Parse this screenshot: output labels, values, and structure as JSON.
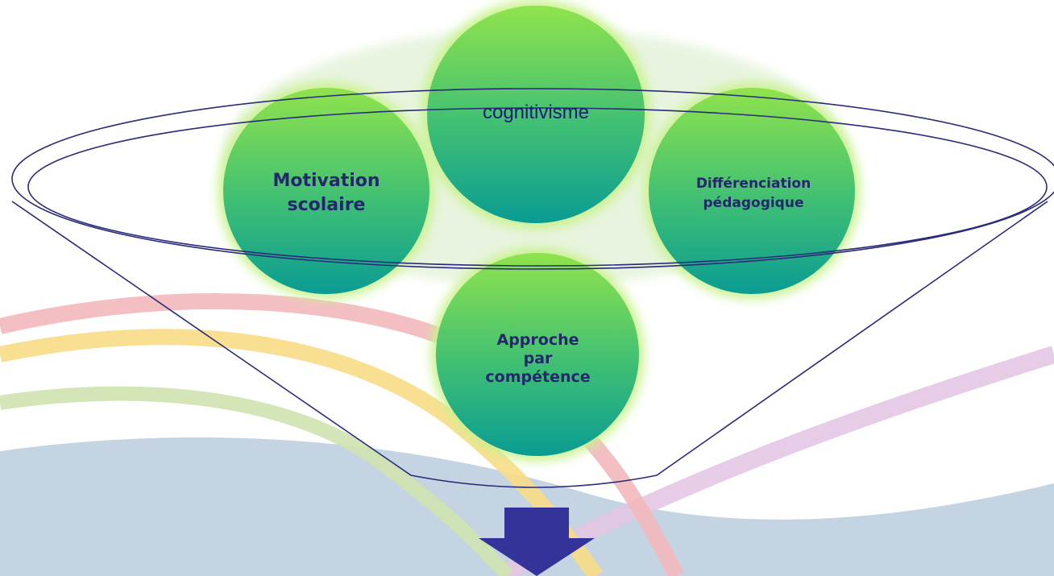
{
  "colors": {
    "circle_top": "#90e34c",
    "circle_bottom": "#0a9c93",
    "circle_glow": "#c8f28c",
    "funnel_stroke": "#2a2a7a",
    "arrow_fill": "#333399",
    "wave_red": "#f2b8bd",
    "wave_yellow": "#f8dc86",
    "wave_green": "#cfe3b0",
    "wave_purple": "#e3c7e3",
    "wave_blue": "#c4d4e2"
  },
  "icons": {
    "down_arrow": "down-arrow-icon"
  },
  "nodes": [
    {
      "id": "cognitivisme",
      "label": "cognitivisme"
    },
    {
      "id": "motivation",
      "label": "Motivation\nscolaire"
    },
    {
      "id": "differenciation",
      "label": "Différenciation\npédagogique"
    },
    {
      "id": "approche",
      "label": "Approche\npar\ncompétence"
    }
  ]
}
